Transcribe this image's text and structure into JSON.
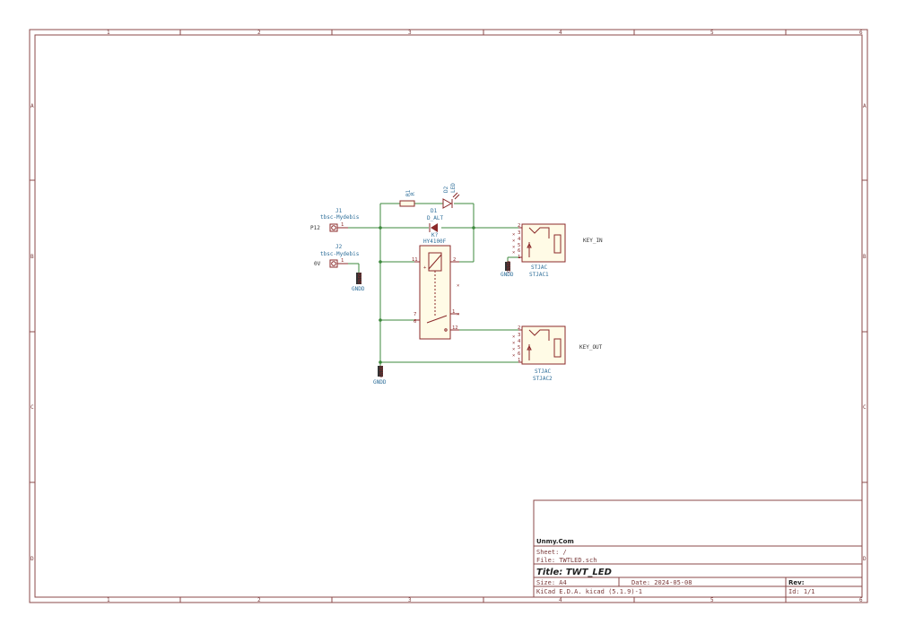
{
  "grid": {
    "columns": [
      "1",
      "2",
      "3",
      "4",
      "5",
      "6"
    ],
    "rows": [
      "A",
      "B",
      "C",
      "D"
    ]
  },
  "components": {
    "j1": {
      "ref": "J1",
      "value": "tbsc-Mydebis",
      "pin": "1"
    },
    "j2": {
      "ref": "J2",
      "value": "tbsc-Mydebis",
      "pin": "1"
    },
    "r1": {
      "ref": "R1",
      "value": "R"
    },
    "d2": {
      "ref": "D2",
      "value": "LED"
    },
    "d1": {
      "ref": "D1",
      "value": "D_ALT"
    },
    "k1": {
      "ref": "K?",
      "value": "HY4100F",
      "pins": [
        "11",
        "2",
        "7",
        "6",
        "1",
        "12"
      ]
    },
    "stjac1": {
      "ref": "STJAC1",
      "value": "STJAC",
      "pins": [
        "2",
        "3",
        "4",
        "5",
        "6",
        "1"
      ]
    },
    "stjac2": {
      "ref": "STJAC2",
      "value": "STJAC",
      "pins": [
        "2",
        "3",
        "4",
        "5",
        "6",
        "1"
      ]
    },
    "gnd1": {
      "label": "GNDD",
      "rot": "GNDD"
    },
    "gnd2": {
      "label": "GNDD",
      "rot": "GNDD"
    },
    "gnd3": {
      "label": "GNDD",
      "rot": "GNDD"
    }
  },
  "nets": {
    "p12": "P12",
    "ov": "0V",
    "key_in": "KEY_IN",
    "key_out": "KEY_OUT"
  },
  "title_block": {
    "company": "Unmy.Com",
    "sheet": "Sheet: /",
    "file": "File: TWTLED.sch",
    "title": "Title: TWT_LED",
    "size": "Size: A4",
    "date": "Date: 2024-05-08",
    "rev": "Rev:",
    "tool": "KiCad E.D.A.  kicad (5.1.9)-1",
    "id": "Id: 1/1"
  }
}
